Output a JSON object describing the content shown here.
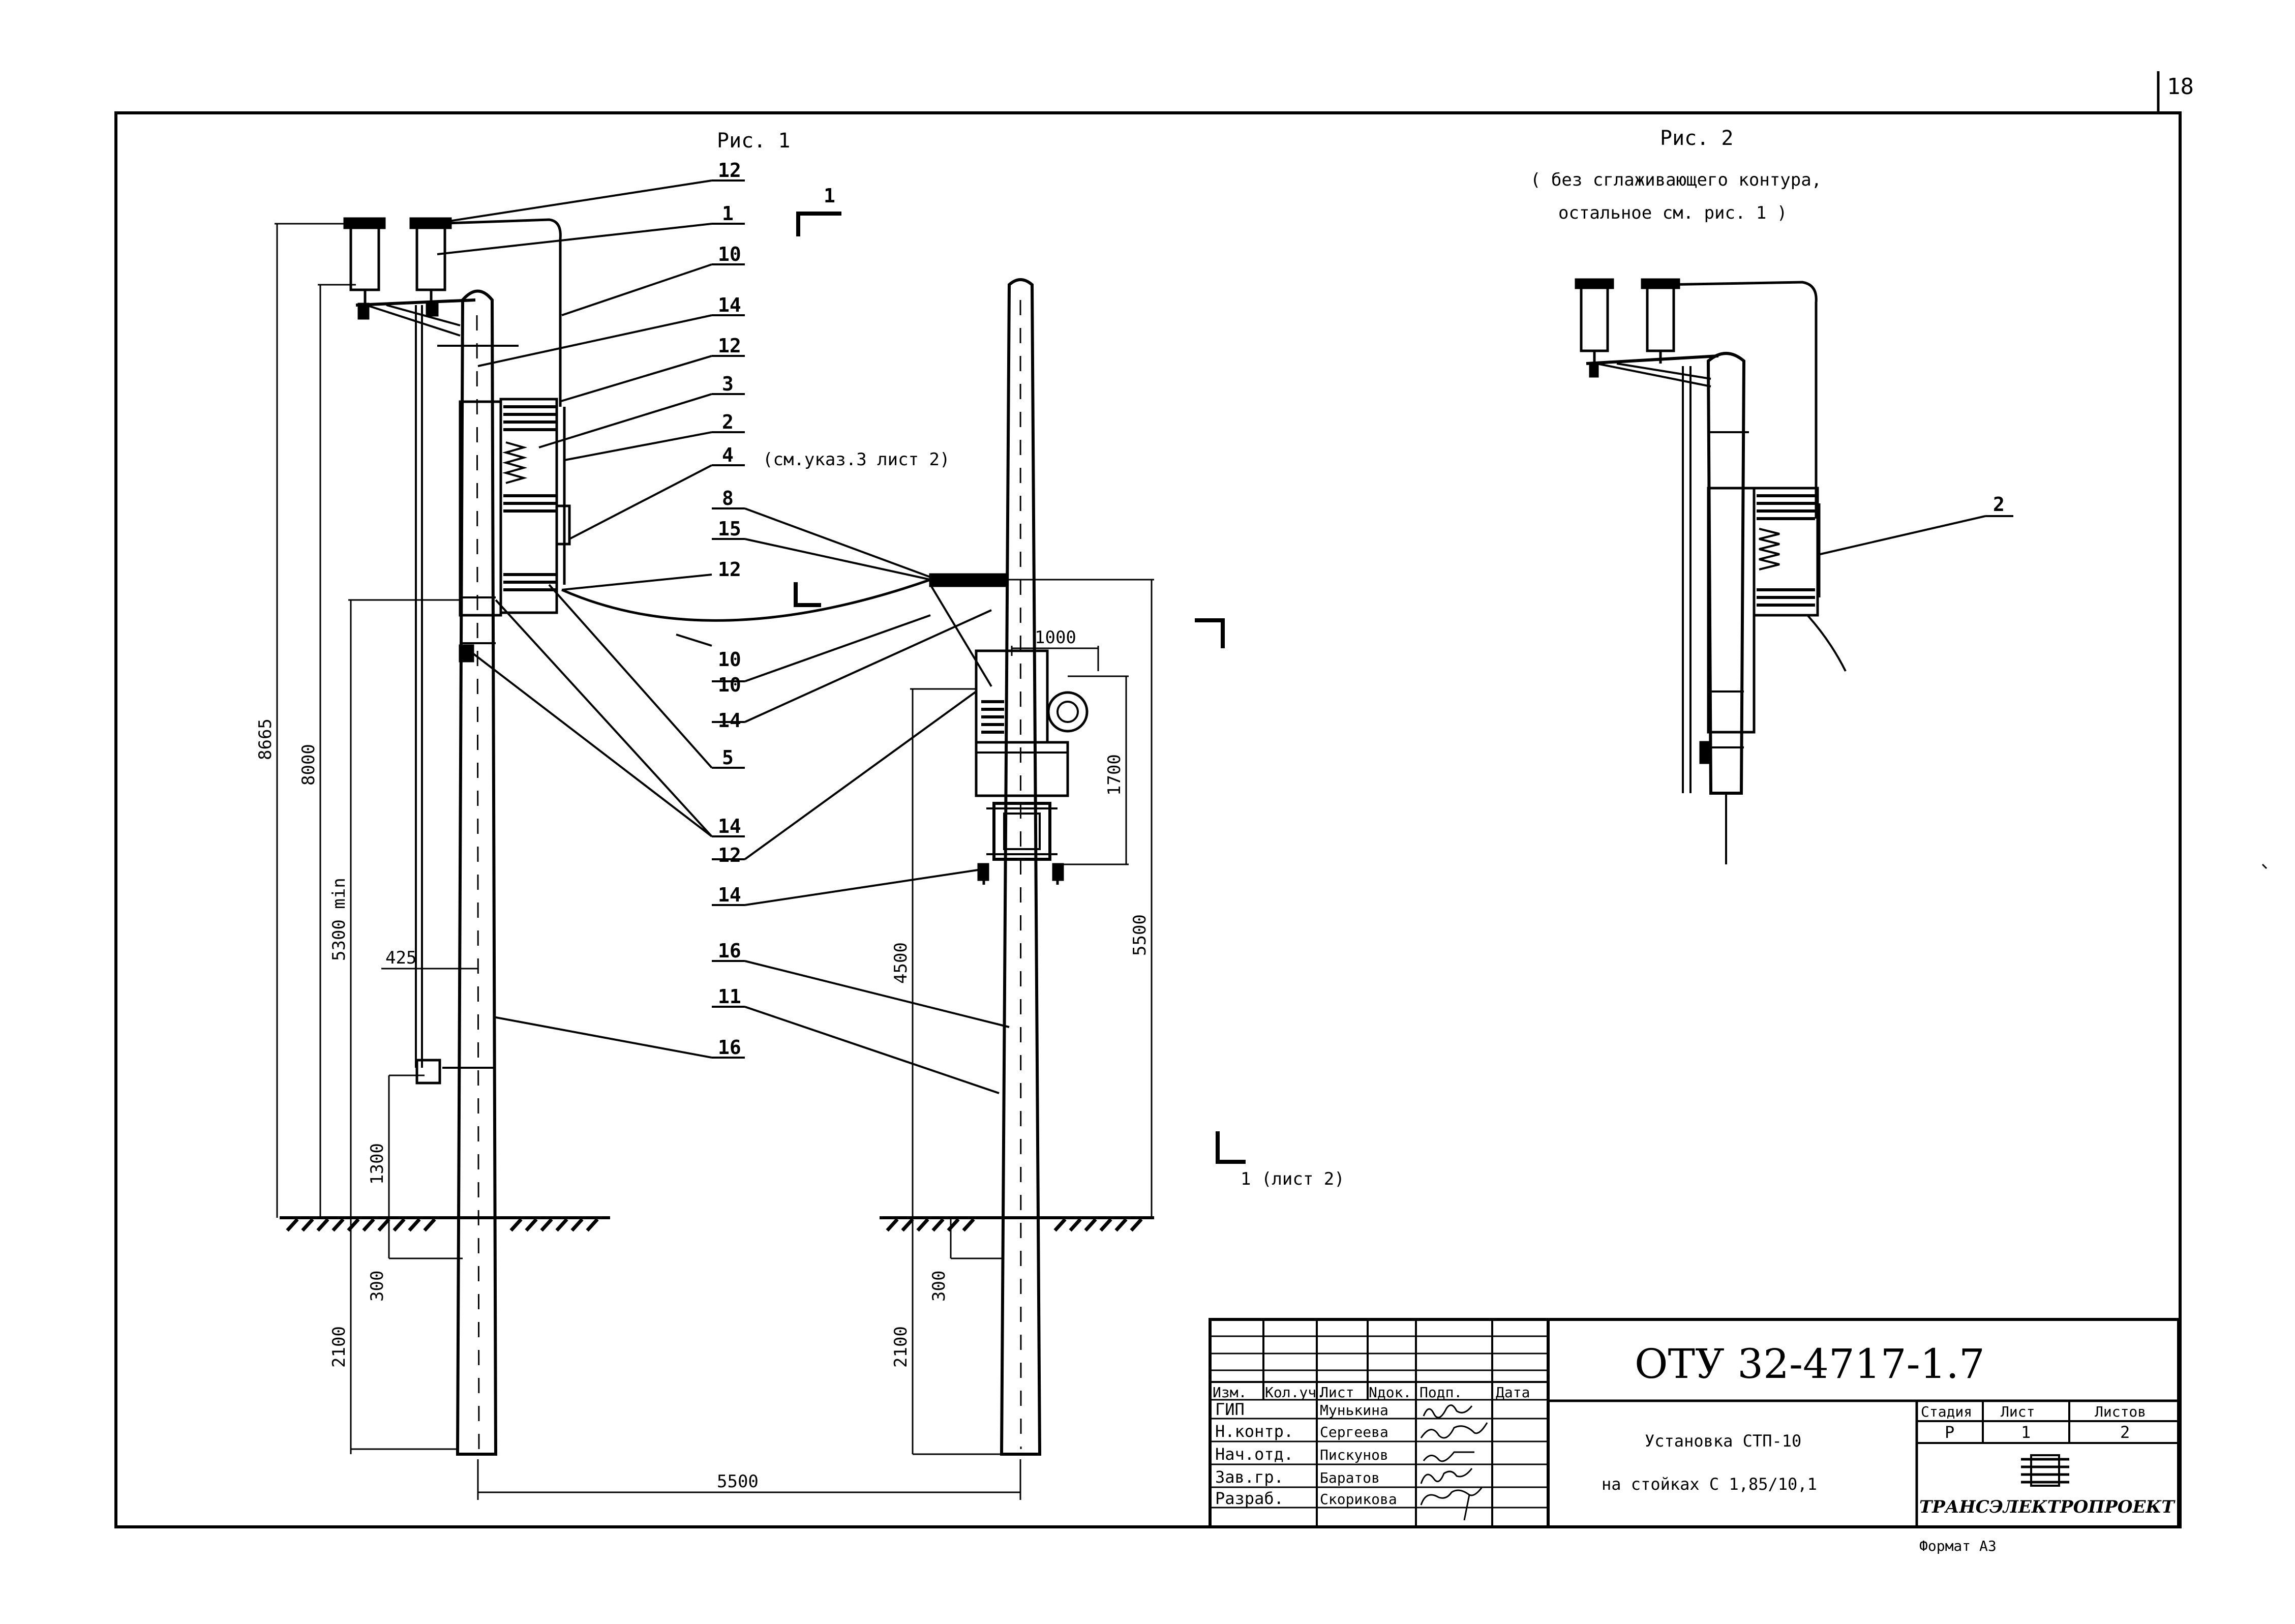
{
  "sheet_corner": "18",
  "figures": {
    "fig1": {
      "title": "Рис. 1"
    },
    "fig2": {
      "title": "Рис. 2",
      "note_line1": "( без сглаживающего контура,",
      "note_line2": "остальное см. рис. 1 )"
    }
  },
  "notes": {
    "see_note": "(см.указ.3 лист 2)",
    "section_mark": "1",
    "section_ref": "1 (лист 2)"
  },
  "callouts": {
    "fig1_left": [
      "12",
      "1",
      "10",
      "14",
      "12",
      "3",
      "2",
      "4"
    ],
    "fig1_mid": [
      "8",
      "15",
      "12",
      "10",
      "10",
      "14",
      "5",
      "14",
      "12",
      "14",
      "16",
      "11",
      "16"
    ],
    "fig2": [
      "2"
    ]
  },
  "dimensions": {
    "total_height": "8665",
    "height_8000": "8000",
    "height_5300": "5300 min",
    "offset_425": "425",
    "height_1300": "1300",
    "depth_300_left": "300",
    "depth_2100_left": "2100",
    "span_5500": "5500",
    "width_1000": "1000",
    "height_1700": "1700",
    "height_4500": "4500",
    "height_5500_right": "5500",
    "depth_300_right": "300",
    "depth_2100_right": "2100"
  },
  "title_block": {
    "document_code": "ОТУ 32-4717-1.7",
    "headers": [
      "Изм.",
      "Кол.уч.",
      "Лист",
      "Nдок.",
      "Подп.",
      "Дата"
    ],
    "roles": [
      {
        "role": "ГИП",
        "name": "Мунькина"
      },
      {
        "role": "Н.контр.",
        "name": "Сергеева"
      },
      {
        "role": "Нач.отд.",
        "name": "Пискунов"
      },
      {
        "role": "Зав.гр.",
        "name": "Баратов"
      },
      {
        "role": "Разраб.",
        "name": "Скорикова"
      }
    ],
    "title_line1": "Установка СТП-10",
    "title_line2": "на стойках С 1,85/10,1",
    "stage_label": "Стадия",
    "sheet_label": "Лист",
    "sheets_label": "Листов",
    "stage_value": "Р",
    "sheet_value": "1",
    "sheets_value": "2",
    "organization": "ТРАНСЭЛЕКТРОПРОЕКТ",
    "format": "Формат А3"
  }
}
